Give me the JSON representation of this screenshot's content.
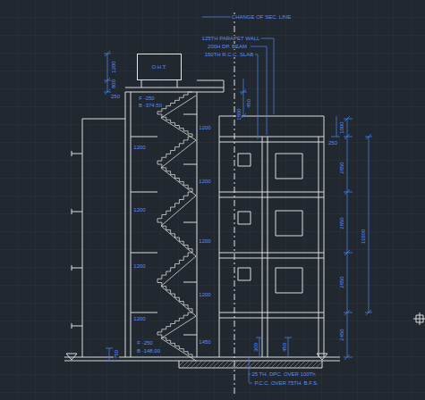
{
  "diagram": {
    "nodes": [
      {
        "text": [
          "O.H.T."
        ]
      }
    ],
    "labels": [
      "CHANGE OF SEC. LINE",
      "125TH PARAPET WALL",
      "200H DP. BEAM",
      "150TH R.C.C. SLAB",
      "1200",
      "800",
      "250",
      "F -250",
      "B -374.50",
      "450",
      "1800",
      "1000",
      "250",
      "1200",
      "1200",
      "1200",
      "1200",
      "1200",
      "1200",
      "1200",
      "1200",
      "2850",
      "2850",
      "2850",
      "11000",
      "2450",
      "1450",
      "F -250",
      "B -148.00",
      "750",
      "300",
      "450",
      "25 TH. DPC. OVER 100Th",
      "P.C.C. OVER 75TH. B.F.S."
    ]
  }
}
